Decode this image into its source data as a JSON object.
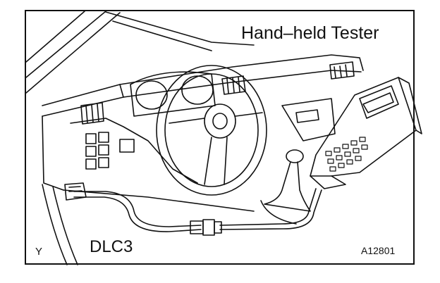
{
  "figure": {
    "labels": {
      "tester": "Hand–held Tester",
      "connector": "DLC3",
      "corner_mark": "Y",
      "figure_code": "A12801"
    },
    "colors": {
      "line": "#111111",
      "background": "#ffffff"
    }
  }
}
